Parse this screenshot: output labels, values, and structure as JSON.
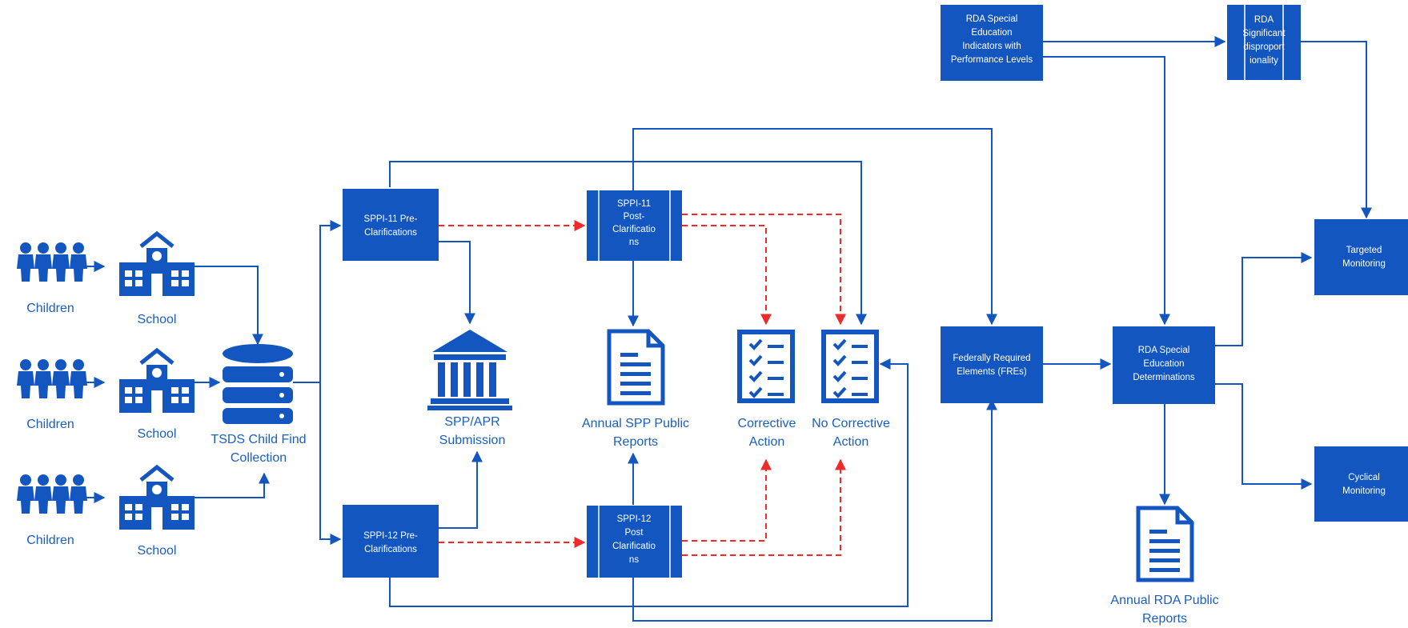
{
  "colors": {
    "primary": "#1356c0",
    "text": "#1a5fc0",
    "dashed": "#ee2b2b",
    "white": "#ffffff"
  },
  "sources": [
    {
      "children_label": "Children",
      "school_label": "School"
    },
    {
      "children_label": "Children",
      "school_label": "School"
    },
    {
      "children_label": "Children",
      "school_label": "School"
    }
  ],
  "icons": {
    "children": "children-group-icon",
    "school": "school-icon",
    "database": "database-icon",
    "government": "government-building-icon",
    "document": "document-icon",
    "checklist": "checklist-icon"
  },
  "tsds": {
    "label_line1": "TSDS Child Find",
    "label_line2": "Collection"
  },
  "sppi11_pre": {
    "lines": [
      "SPPI-11 Pre-",
      "Clarifications"
    ]
  },
  "sppi12_pre": {
    "lines": [
      "SPPI-12 Pre-",
      "Clarifications"
    ]
  },
  "sppi11_post": {
    "lines": [
      "SPPI-11",
      "Post-",
      "Clarificatio",
      "ns"
    ]
  },
  "sppi12_post": {
    "lines": [
      "SPPI-12",
      "Post",
      "Clarificatio",
      "ns"
    ]
  },
  "spp_apr": {
    "line1": "SPP/APR",
    "line2": "Submission"
  },
  "annual_spp": {
    "line1": "Annual SPP Public",
    "line2": "Reports"
  },
  "corrective": {
    "line1": "Corrective",
    "line2": "Action"
  },
  "no_corrective": {
    "line1": "No Corrective",
    "line2": "Action"
  },
  "fres": {
    "lines": [
      "Federally Required",
      "Elements (FREs)"
    ]
  },
  "rda_indicators": {
    "lines": [
      "RDA Special",
      "Education",
      "Indicators with",
      "Performance Levels"
    ]
  },
  "rda_significant": {
    "lines": [
      "RDA",
      "Significant",
      "disproport",
      "ionality"
    ]
  },
  "rda_determinations": {
    "lines": [
      "RDA Special",
      "Education",
      "Determinations"
    ]
  },
  "targeted": {
    "lines": [
      "Targeted",
      "Monitoring"
    ]
  },
  "cyclical": {
    "lines": [
      "Cyclical",
      "Monitoring"
    ]
  },
  "annual_rda": {
    "line1": "Annual RDA Public",
    "line2": "Reports"
  }
}
